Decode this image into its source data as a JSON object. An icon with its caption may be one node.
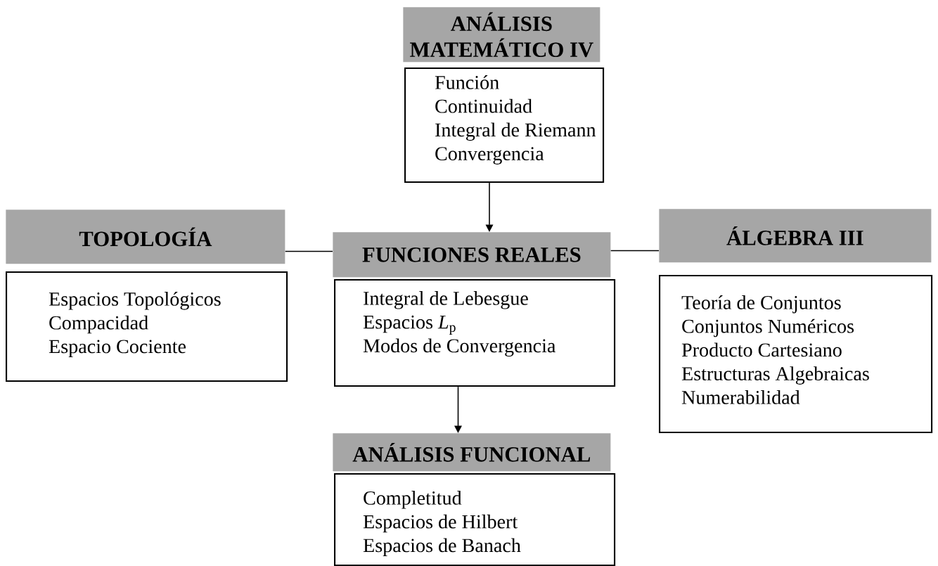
{
  "diagram": {
    "nodes": [
      {
        "text": [
          "ANÁLISIS MATEMÁTICO IV"
        ]
      },
      {
        "text": [
          "Función",
          "Continuidad",
          "Integral de Riemann",
          "Convergencia"
        ]
      },
      {
        "text": [
          "TOPOLOGÍA"
        ]
      },
      {
        "text": [
          "Espacios Topológicos",
          "Compacidad",
          "Espacio Cociente"
        ]
      },
      {
        "text": [
          "FUNCIONES REALES"
        ]
      },
      {
        "text": [
          "Integral de Lebesgue",
          "Espacios *L*$_{p}$",
          "Modos de Convergencia"
        ]
      },
      {
        "text": [
          "ÁLGEBRA III"
        ]
      },
      {
        "text": [
          "Teoría de Conjuntos",
          "Conjuntos Numéricos",
          "Producto Cartesiano",
          "Estructuras Algebraicas",
          "Numerabilidad"
        ]
      },
      {
        "text": [
          "ANÁLISIS FUNCIONAL"
        ]
      },
      {
        "text": [
          "Completitud",
          "Espacios de Hilbert",
          "Espacios de Banach"
        ]
      }
    ],
    "edges": [
      {
        "from": 1,
        "to": 4,
        "arrow": "to"
      },
      {
        "from": 2,
        "to": 4,
        "arrow": "none"
      },
      {
        "from": 4,
        "to": 6,
        "arrow": "none"
      },
      {
        "from": 5,
        "to": 8,
        "arrow": "to"
      }
    ]
  }
}
